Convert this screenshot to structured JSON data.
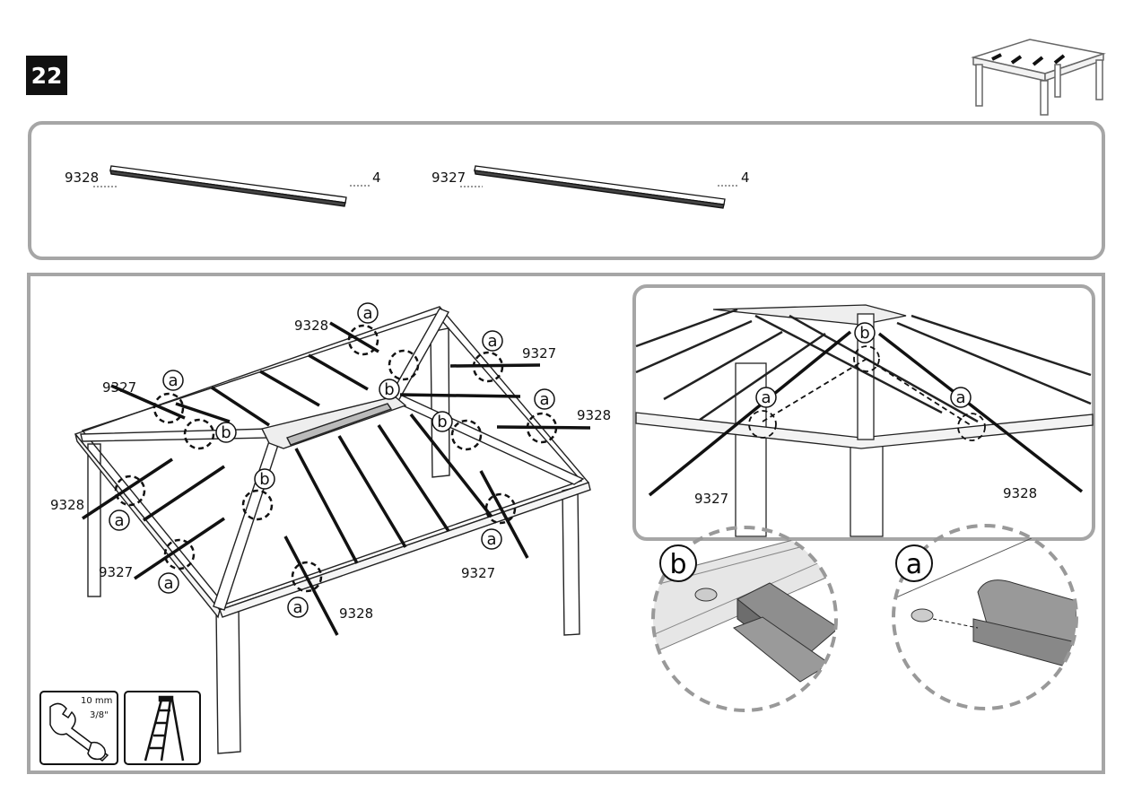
{
  "step": {
    "number": "22"
  },
  "parts": [
    {
      "code": "9328",
      "qty": "4"
    },
    {
      "code": "9327",
      "qty": "4"
    }
  ],
  "main_labels": {
    "l1": "9328",
    "l2": "9327",
    "l3": "9327",
    "l4": "9328",
    "l5": "9328",
    "l6": "9327",
    "l7": "9327",
    "l8": "9328"
  },
  "callouts": {
    "a": "a",
    "b": "b"
  },
  "detail_labels": {
    "left": "9327",
    "right": "9328"
  },
  "zoom": {
    "b": "b",
    "a": "a"
  },
  "tools": {
    "wrench_metric": "10 mm",
    "wrench_imperial": "3/8\"",
    "icons": [
      "wrench-icon",
      "ladder-icon"
    ]
  }
}
